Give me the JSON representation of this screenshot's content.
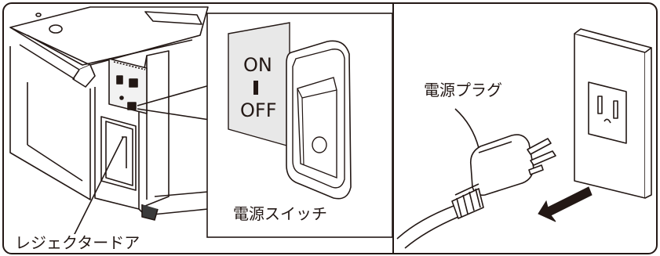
{
  "labels": {
    "reject_door": "レジェクタードア",
    "power_switch": "電源スイッチ",
    "power_plug": "電源プラグ"
  },
  "switch_legend": {
    "on": "ON",
    "off": "OFF"
  },
  "colors": {
    "line": "#231815",
    "panel_fill": "#ffffff",
    "switch_plate": "#e8e8e8",
    "dark_part": "#3a3a3a"
  }
}
